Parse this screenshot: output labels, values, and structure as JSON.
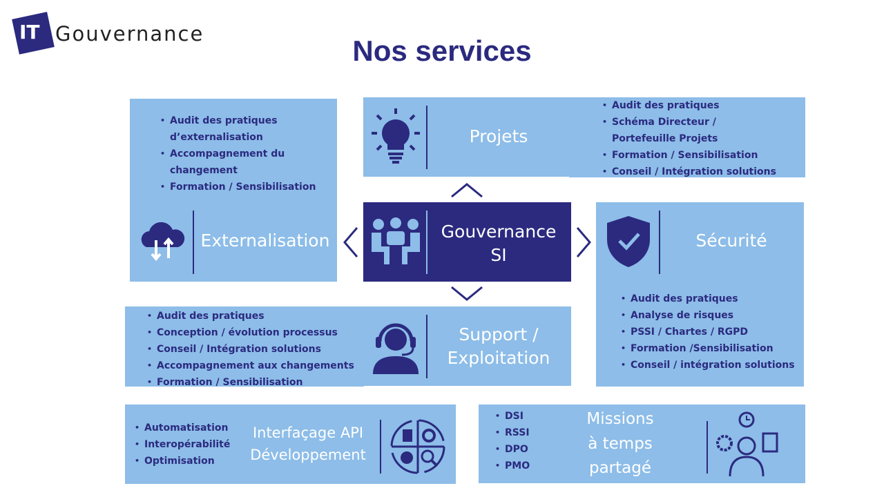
{
  "logo": {
    "badge": "IT",
    "name": "Gouvernance"
  },
  "page_title": "Nos services",
  "center": {
    "title_line1": "Gouvernance",
    "title_line2": "SI"
  },
  "externalisation": {
    "title": "Externalisation",
    "items": [
      "Audit des pratiques d’externalisation",
      "Accompagnement du changement",
      "Formation / Sensibilisation"
    ]
  },
  "projets": {
    "title": "Projets",
    "items": [
      "Audit des pratiques",
      "Schéma Directeur / Portefeuille Projets",
      "Formation / Sensibilisation",
      "Conseil / Intégration solutions"
    ]
  },
  "securite": {
    "title": "Sécurité",
    "items": [
      "Audit des pratiques",
      "Analyse de risques",
      "PSSI / Chartes / RGPD",
      "Formation /Sensibilisation",
      "Conseil / intégration solutions"
    ]
  },
  "support": {
    "title_line1": "Support /",
    "title_line2": "Exploitation",
    "items": [
      "Audit des pratiques",
      "Conception / évolution processus",
      "Conseil / Intégration solutions",
      "Accompagnement aux changements",
      "Formation / Sensibilisation"
    ]
  },
  "interfacage": {
    "title_line1": "Interfaçage API",
    "title_line2": "Développement",
    "items": [
      "Automatisation",
      "Interopérabilité",
      "Optimisation"
    ]
  },
  "missions": {
    "title_line1": "Missions",
    "title_line2": "à temps",
    "title_line3": "partagé",
    "items": [
      "DSI",
      "RSSI",
      "DPO",
      "PMO"
    ]
  },
  "colors": {
    "light": "#8dbde8",
    "navy": "#2b2a7f"
  }
}
